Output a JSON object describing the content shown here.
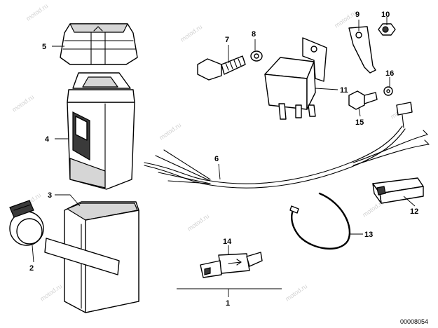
{
  "diagram": {
    "part_labels": {
      "p1": "1",
      "p2": "2",
      "p3": "3",
      "p4": "4",
      "p5": "5",
      "p6": "6",
      "p7": "7",
      "p8": "8",
      "p9": "9",
      "p10": "10",
      "p11": "11",
      "p12": "12",
      "p13": "13",
      "p14": "14",
      "p15": "15",
      "p16": "16"
    },
    "catalog_code": "00008054",
    "watermark": "motod.ru"
  }
}
